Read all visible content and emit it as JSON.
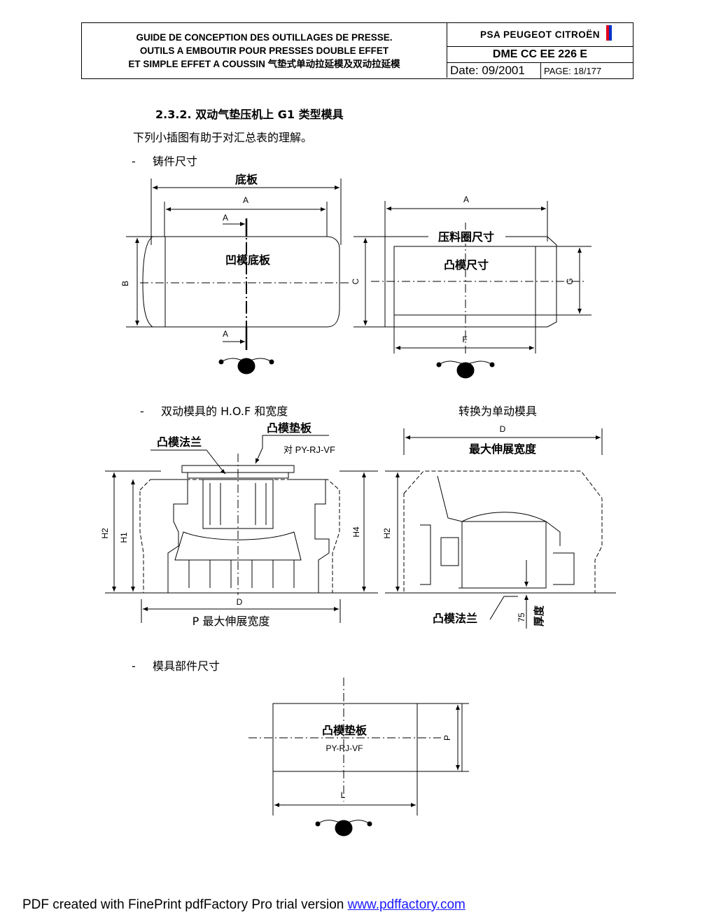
{
  "header": {
    "title_lines": [
      "GUIDE DE CONCEPTION DES OUTILLAGES DE PRESSE.",
      "OUTILS A EMBOUTIR POUR PRESSES DOUBLE EFFET",
      "ET SIMPLE EFFET A COUSSIN 气垫式单动拉延模及双动拉延模"
    ],
    "company": "PSA PEUGEOT CITROËN",
    "doc_ref": "DME CC EE 226 E",
    "date": "Date: 09/2001",
    "page": "PAGE: 18/177"
  },
  "body": {
    "heading": "2.3.2.  双动气垫压机上 G1 类型模具",
    "intro": "下列小插图有助于对汇总表的理解。",
    "bullet1": "铸件尺寸",
    "bullet2": "双动模具的 H.O.F 和宽度",
    "bullet2_right": "转换为单动模具",
    "bullet3": "模具部件尺寸",
    "bullet_mark": "-"
  },
  "fig1": {
    "base_plate": "底板",
    "dim_a": "A",
    "section_a": "A",
    "die_base": "凹模底板",
    "dim_b": "B"
  },
  "fig2": {
    "dim_a": "A",
    "blankholder": "压料圈尺寸",
    "punch": "凸模尺寸",
    "dim_c": "C",
    "dim_g": "G",
    "dim_f": "F"
  },
  "fig3": {
    "punch_pad": "凸模垫板",
    "punch_flange": "凸模法兰",
    "pad_ref": "对 PY-RJ-VF",
    "h2": "H2",
    "h1": "H1",
    "h4": "H4",
    "dim_d": "D",
    "p_label": "P  最大伸展宽度"
  },
  "fig4": {
    "dim_d": "D",
    "max_width": "最大伸展宽度",
    "h2": "H2",
    "punch_flange": "凸模法兰",
    "dim_75": "75",
    "thickness": "厚度"
  },
  "fig5": {
    "punch_pad": "凸模垫板",
    "ref": "PY-RJ-VF",
    "dim_p": "P",
    "dim_l": "L"
  },
  "footer": {
    "text": "PDF created with FinePrint pdfFactory Pro trial version ",
    "link": "www.pdffactory.com"
  },
  "colors": {
    "link": "#1a1aff",
    "flag_red": "#e0001a",
    "flag_blue": "#0033cc"
  }
}
